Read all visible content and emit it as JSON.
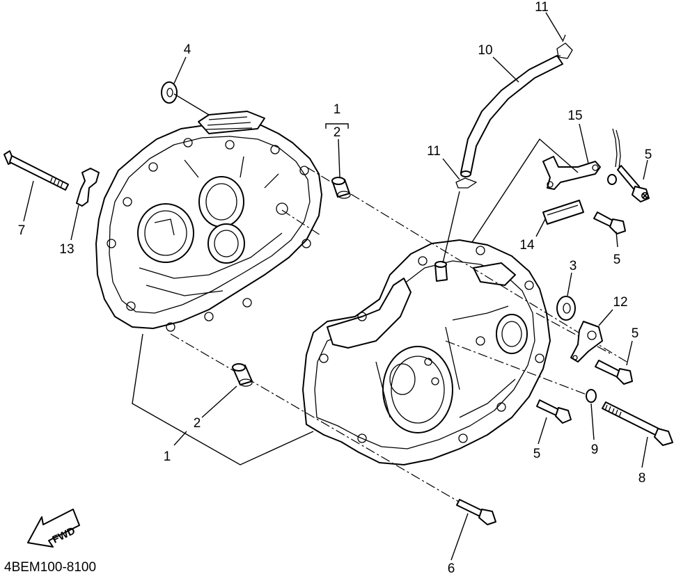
{
  "diagram": {
    "callouts": [
      {
        "id": "1a",
        "text": "1"
      },
      {
        "id": "2a",
        "text": "2"
      },
      {
        "id": "1b",
        "text": "1"
      },
      {
        "id": "2b",
        "text": "2"
      },
      {
        "id": "3",
        "text": "3"
      },
      {
        "id": "4",
        "text": "4"
      },
      {
        "id": "5a",
        "text": "5"
      },
      {
        "id": "5b",
        "text": "5"
      },
      {
        "id": "5c",
        "text": "5"
      },
      {
        "id": "5d",
        "text": "5"
      },
      {
        "id": "6",
        "text": "6"
      },
      {
        "id": "7",
        "text": "7"
      },
      {
        "id": "8",
        "text": "8"
      },
      {
        "id": "9",
        "text": "9"
      },
      {
        "id": "10",
        "text": "10"
      },
      {
        "id": "11a",
        "text": "11"
      },
      {
        "id": "11b",
        "text": "11"
      },
      {
        "id": "12",
        "text": "12"
      },
      {
        "id": "13",
        "text": "13"
      },
      {
        "id": "14",
        "text": "14"
      },
      {
        "id": "15",
        "text": "15"
      }
    ],
    "fwd_label": "FWD",
    "diagram_code": "4BEM100-8100"
  }
}
